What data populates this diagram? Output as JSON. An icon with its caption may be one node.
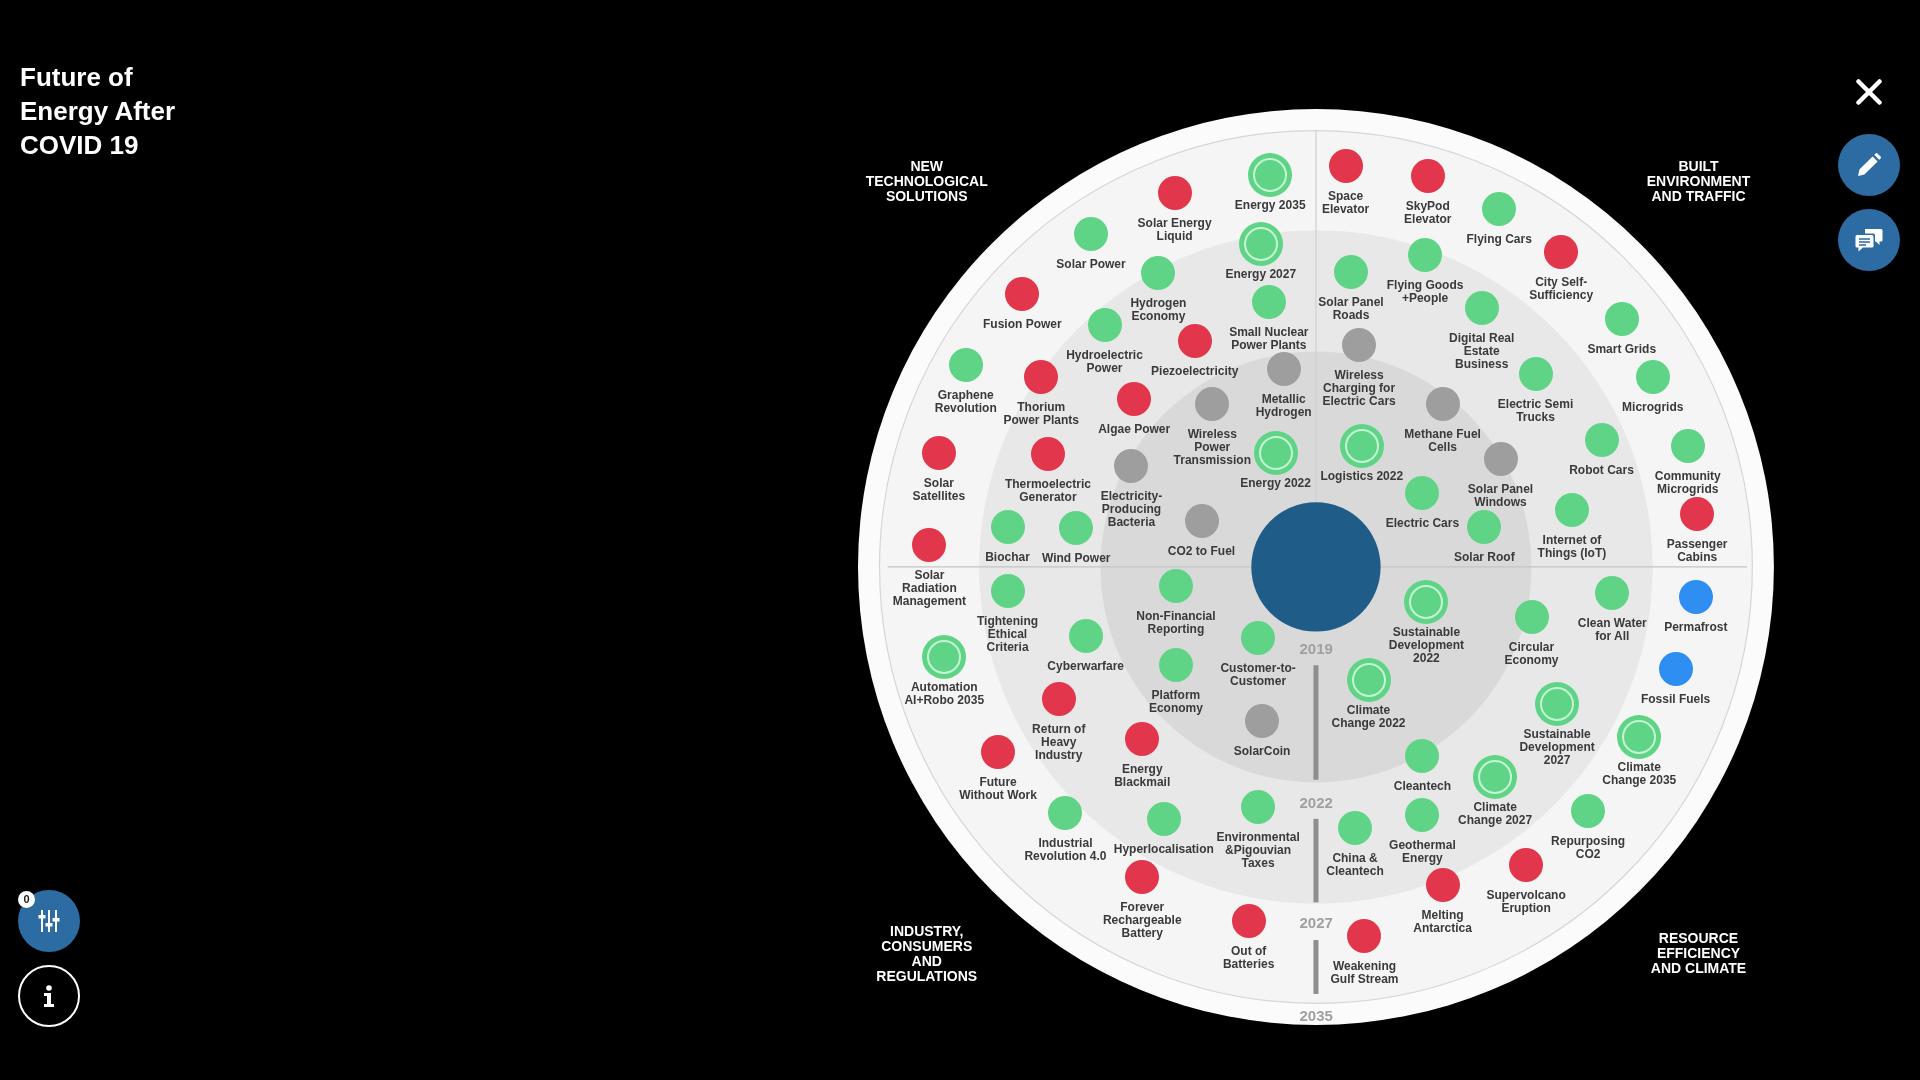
{
  "diagram": {
    "title": "Future of Energy After COVID 19",
    "nodes": [
      {
        "text": [],
        "shape": "circle",
        "beside": [
          "Space Elevator"
        ]
      },
      {
        "text": [],
        "shape": "circle",
        "beside": [
          "Energy 2035"
        ]
      },
      {
        "text": [],
        "shape": "circle",
        "beside": [
          "SkyPod Elevator"
        ]
      },
      {
        "text": [],
        "shape": "circle",
        "beside": [
          "Solar Energy Liquid"
        ]
      },
      {
        "text": [],
        "shape": "circle",
        "beside": [
          "Flying Cars"
        ]
      },
      {
        "text": [],
        "shape": "circle",
        "beside": [
          "Solar Power"
        ]
      },
      {
        "text": [],
        "shape": "circle",
        "beside": [
          "Energy 2027"
        ]
      },
      {
        "text": [],
        "shape": "circle",
        "beside": [
          "City Self-Sufficiency"
        ]
      },
      {
        "text": [],
        "shape": "circle",
        "beside": [
          "Flying Goods +People"
        ]
      },
      {
        "text": [],
        "shape": "circle",
        "beside": [
          "Solar Panel Roads"
        ]
      },
      {
        "text": [],
        "shape": "circle",
        "beside": [
          "Hydrogen Economy"
        ]
      },
      {
        "text": [],
        "shape": "circle",
        "beside": [
          "Fusion Power"
        ]
      },
      {
        "text": [],
        "shape": "circle",
        "beside": [
          "Small Nuclear Power Plants"
        ]
      },
      {
        "text": [],
        "shape": "circle",
        "beside": [
          "Digital Real Estate Business"
        ]
      },
      {
        "text": [],
        "shape": "circle",
        "beside": [
          "Smart Grids"
        ]
      },
      {
        "text": [],
        "shape": "circle",
        "beside": [
          "Hydroelectric Power"
        ]
      },
      {
        "text": [],
        "shape": "circle",
        "beside": [
          "Piezoelectricity"
        ]
      },
      {
        "text": [],
        "shape": "circle",
        "beside": [
          "Wireless Charging for Electric Cars"
        ]
      },
      {
        "text": [],
        "shape": "circle",
        "beside": [
          "Graphene Revolution"
        ]
      },
      {
        "text": [],
        "shape": "circle",
        "beside": [
          "Metallic Hydrogen"
        ]
      },
      {
        "text": [],
        "shape": "circle",
        "beside": [
          "Electric Semi Trucks"
        ]
      },
      {
        "text": [],
        "shape": "circle",
        "beside": [
          "Thorium Power Plants"
        ]
      },
      {
        "text": [],
        "shape": "circle",
        "beside": [
          "Microgrids"
        ]
      },
      {
        "text": [],
        "shape": "circle",
        "beside": [
          "Algae Power"
        ]
      },
      {
        "text": [],
        "shape": "circle",
        "beside": [
          "Wireless Power Transmission"
        ]
      },
      {
        "text": [],
        "shape": "circle",
        "beside": [
          "Methane Fuel Cells"
        ]
      },
      {
        "text": [],
        "shape": "circle",
        "beside": [
          "Robot Cars"
        ]
      },
      {
        "text": [],
        "shape": "circle",
        "beside": [
          "Logistics 2022"
        ]
      },
      {
        "text": [],
        "shape": "circle",
        "beside": [
          "Community Microgrids"
        ]
      },
      {
        "text": [],
        "shape": "circle",
        "beside": [
          "Solar Satellites"
        ]
      },
      {
        "text": [],
        "shape": "circle",
        "beside": [
          "Energy 2022"
        ]
      },
      {
        "text": [],
        "shape": "circle",
        "beside": [
          "Thermoelectric Generator"
        ]
      },
      {
        "text": [],
        "shape": "circle",
        "beside": [
          "Solar Panel Windows"
        ]
      },
      {
        "text": [],
        "shape": "circle",
        "beside": [
          "Electricity-Producing Bacteria"
        ]
      },
      {
        "text": [],
        "shape": "circle",
        "beside": [
          "Electric Cars"
        ]
      },
      {
        "text": [],
        "shape": "circle",
        "beside": [
          "Internet of Things (IoT)"
        ]
      },
      {
        "text": [],
        "shape": "circle",
        "beside": [
          "CO2 to Fuel"
        ]
      },
      {
        "text": [],
        "shape": "circle",
        "beside": [
          "Passenger Cabins"
        ]
      },
      {
        "text": [],
        "shape": "circle",
        "beside": [
          "Biochar"
        ]
      },
      {
        "text": [],
        "shape": "circle",
        "beside": [
          "Wind Power"
        ]
      },
      {
        "text": [],
        "shape": "circle",
        "beside": [
          "Solar Roof"
        ]
      },
      {
        "text": [],
        "shape": "circle",
        "beside": [
          "Solar Radiation Management"
        ]
      },
      {
        "text": [],
        "shape": "circle",
        "beside": [
          "Non-Financial Reporting"
        ]
      },
      {
        "text": [],
        "shape": "circle",
        "beside": [
          "Tightening Ethical Criteria"
        ]
      },
      {
        "text": [],
        "shape": "circle",
        "beside": [
          "Clean Water for All"
        ]
      },
      {
        "text": [],
        "shape": "circle",
        "beside": [
          "Permafrost"
        ]
      },
      {
        "text": [],
        "shape": "circle",
        "beside": [
          "Sustainable Development 2022"
        ]
      },
      {
        "text": [],
        "shape": "circle",
        "beside": [
          "Circular Economy"
        ]
      },
      {
        "text": [],
        "shape": "circle",
        "beside": [
          "Cyberwarfare"
        ]
      },
      {
        "text": [],
        "shape": "circle",
        "beside": [
          "Customer-to-Customer"
        ]
      },
      {
        "text": [],
        "shape": "circle",
        "beside": [
          "Automation AI+Robo 2035"
        ]
      },
      {
        "text": [],
        "shape": "circle",
        "beside": [
          "Platform Economy"
        ]
      },
      {
        "text": [],
        "shape": "circle",
        "beside": [
          "Fossil Fuels"
        ]
      },
      {
        "text": [],
        "shape": "circle",
        "beside": [
          "Climate Change 2022"
        ]
      },
      {
        "text": [],
        "shape": "circle",
        "beside": [
          "Return of Heavy Industry"
        ]
      },
      {
        "text": [],
        "shape": "circle",
        "beside": [
          "Sustainable Development 2027"
        ]
      },
      {
        "text": [],
        "shape": "circle",
        "beside": [
          "SolarCoin"
        ]
      },
      {
        "text": [],
        "shape": "circle",
        "beside": [
          "Climate Change 2035"
        ]
      },
      {
        "text": [],
        "shape": "circle",
        "beside": [
          "Energy Blackmail"
        ]
      },
      {
        "text": [],
        "shape": "circle",
        "beside": [
          "Future Without Work"
        ]
      },
      {
        "text": [],
        "shape": "circle",
        "beside": [
          "Cleantech"
        ]
      },
      {
        "text": [],
        "shape": "circle",
        "beside": [
          "Climate Change 2027"
        ]
      },
      {
        "text": [],
        "shape": "circle",
        "beside": [
          "Environmental &Pigouvian Taxes"
        ]
      },
      {
        "text": [],
        "shape": "circle",
        "beside": [
          "Repurposing CO2"
        ]
      },
      {
        "text": [],
        "shape": "circle",
        "beside": [
          "Industrial Revolution 4.0"
        ]
      },
      {
        "text": [],
        "shape": "circle",
        "beside": [
          "Geothermal Energy"
        ]
      },
      {
        "text": [],
        "shape": "circle",
        "beside": [
          "Hyperlocalisation"
        ]
      },
      {
        "text": [],
        "shape": "circle",
        "beside": [
          "China & Cleantech"
        ]
      },
      {
        "text": [],
        "shape": "circle",
        "beside": [
          "Supervolcano Eruption"
        ]
      },
      {
        "text": [],
        "shape": "circle",
        "beside": [
          "Forever Rechargeable Battery"
        ]
      },
      {
        "text": [],
        "shape": "circle",
        "beside": [
          "Melting Antarctica"
        ]
      },
      {
        "text": [],
        "shape": "circle",
        "beside": [
          "Out of Batteries"
        ]
      },
      {
        "text": [],
        "shape": "circle",
        "beside": [
          "Weakening Gulf Stream"
        ]
      }
    ],
    "labels": [
      "NEW TECHNOLOGICAL SOLUTIONS",
      "BUILT ENVIRONMENT AND TRAFFIC",
      "2019",
      "2022",
      "2027",
      "2035",
      "INDUSTRY, CONSUMERS AND REGULATIONS",
      "RESOURCE EFFICIENCY AND CLIMATE",
      "0"
    ]
  }
}
